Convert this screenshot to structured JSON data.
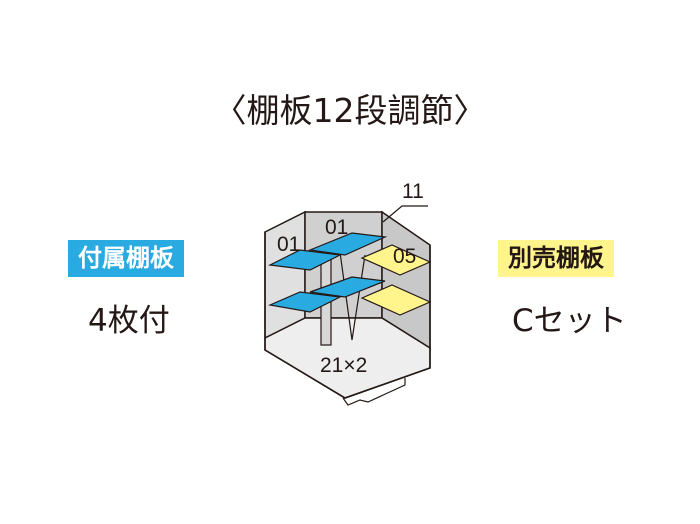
{
  "title": "〈棚板12段調節〉",
  "included": {
    "badge": "付属棚板",
    "count": "4枚付"
  },
  "optional": {
    "badge": "別売棚板",
    "set": "Cセット"
  },
  "diagram": {
    "labels": {
      "shelf_left": "01",
      "shelf_middle": "01",
      "shelf_right": "05",
      "top_callout": "11",
      "bottom_callout": "21×2"
    }
  },
  "colors": {
    "included_shelf": "#29abe2",
    "optional_shelf": "#fff58c",
    "wall": "#d9d9d9",
    "outline": "#231815"
  }
}
